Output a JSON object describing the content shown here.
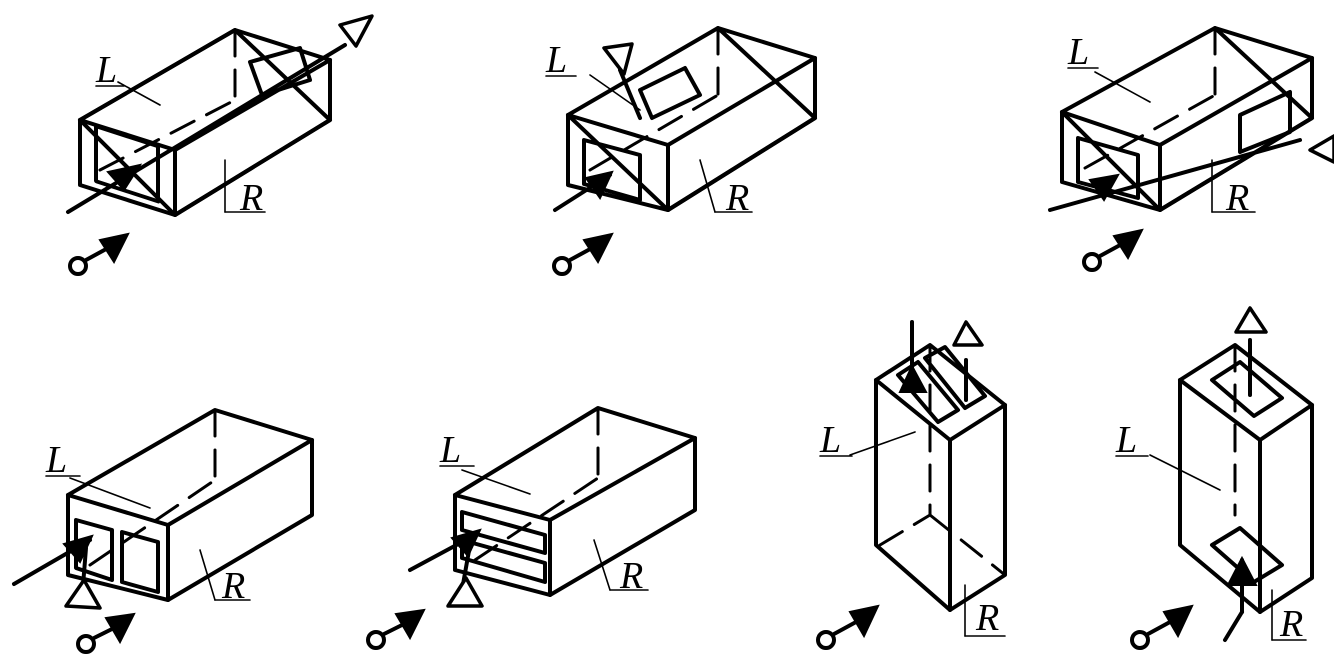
{
  "labels": {
    "light_side": "L",
    "right_side": "R"
  },
  "figures": [
    {
      "id": 1,
      "layout": "horizontal",
      "opening": "single-square",
      "exit": "rear"
    },
    {
      "id": 2,
      "layout": "horizontal",
      "opening": "single-square",
      "exit": "top"
    },
    {
      "id": 3,
      "layout": "horizontal",
      "opening": "single-square",
      "exit": "side"
    },
    {
      "id": 4,
      "layout": "horizontal",
      "opening": "double-square",
      "exit": "bottom"
    },
    {
      "id": 5,
      "layout": "horizontal",
      "opening": "double-slot",
      "exit": "bottom"
    },
    {
      "id": 6,
      "layout": "vertical",
      "opening": "double-slot",
      "exit": "top"
    },
    {
      "id": 7,
      "layout": "vertical",
      "opening": "single-square",
      "exit": "top"
    }
  ],
  "colors": {
    "ink": "#000000",
    "paper": "#ffffff"
  }
}
